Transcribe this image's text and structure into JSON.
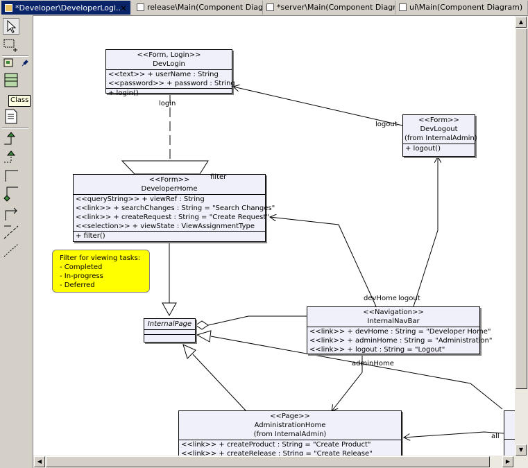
{
  "tabs": [
    {
      "label": "*Developer\\DeveloperLogi...",
      "active": true
    },
    {
      "label": "release\\Main(Component Diagr...",
      "active": false
    },
    {
      "label": "*server\\Main(Component Diagr...",
      "active": false
    },
    {
      "label": "ui\\Main(Component Diagram)",
      "active": false
    }
  ],
  "palette": {
    "tooltip": "Class"
  },
  "classes": {
    "devlogin": {
      "stereotype": "<<Form, Login>>",
      "name": "DevLogin",
      "attrs": [
        "<<text>> + userName : String",
        "<<password>> + password : String"
      ],
      "ops": [
        "+ login()"
      ]
    },
    "devlogout": {
      "stereotype": "<<Form>>",
      "name": "DevLogout",
      "from": "(from InternalAdmin)",
      "ops": [
        "+ logout()"
      ]
    },
    "devhome": {
      "stereotype": "<<Form>>",
      "name": "DeveloperHome",
      "attrs": [
        "<<queryString>> + viewRef : String",
        "<<link>> + searchChanges : String = \"Search Changes\"",
        "<<link>> + createRequest : String = \"Create Request\"",
        "<<selection>> + viewState : ViewAssignmentType"
      ],
      "ops": [
        "+ filter()"
      ]
    },
    "internalpage": {
      "name": "InternalPage"
    },
    "navbar": {
      "stereotype": "<<Navigation>>",
      "name": "InternalNavBar",
      "attrs": [
        "<<link>> + devHome : String = \"Developer Home\"",
        "<<link>> + adminHome : String = \"Administration\"",
        "<<link>> + logout : String = \"Logout\""
      ]
    },
    "adminhome": {
      "stereotype": "<<Page>>",
      "name": "AdministrationHome",
      "from": "(from InternalAdmin)",
      "attrs": [
        "<<link>> + createProduct : String = \"Create Product\"",
        "<<link>> + createRelease : String = \"Create Release\""
      ]
    }
  },
  "note": {
    "lines": [
      "Filter for viewing tasks:",
      "- Completed",
      "- In-progress",
      "- Deferred"
    ]
  },
  "labels": {
    "login": "login",
    "logout1": "logout",
    "filter": "filter",
    "devHome": "devHome",
    "logout2": "logout",
    "adminHome": "adminHome",
    "all": "all"
  }
}
